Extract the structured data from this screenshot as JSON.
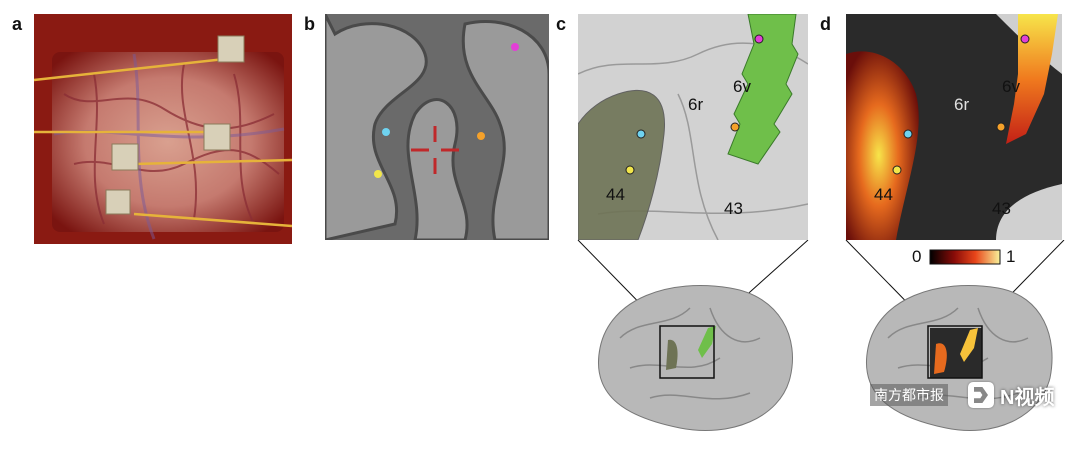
{
  "panels": {
    "a": {
      "letter": "a"
    },
    "b": {
      "letter": "b"
    },
    "c": {
      "letter": "c",
      "labels": {
        "r1": "6v",
        "r2": "6r",
        "r3": "44",
        "r4": "43"
      }
    },
    "d": {
      "letter": "d",
      "labels": {
        "r1": "6v",
        "r2": "6r",
        "r3": "44",
        "r4": "43"
      },
      "colorbar": {
        "min": "0",
        "max": "1"
      }
    }
  },
  "colors": {
    "electrode_cyan": "#6fd3f0",
    "electrode_yellow": "#f2e64a",
    "electrode_orange": "#f5a12a",
    "electrode_magenta": "#e23fd6",
    "area_6v_green": "#6fbf4a",
    "area_44_olive": "#6e7355",
    "crosshair_red": "#c0282a"
  },
  "watermark": {
    "left_text": "南方都市报",
    "right_text": "N视频"
  }
}
